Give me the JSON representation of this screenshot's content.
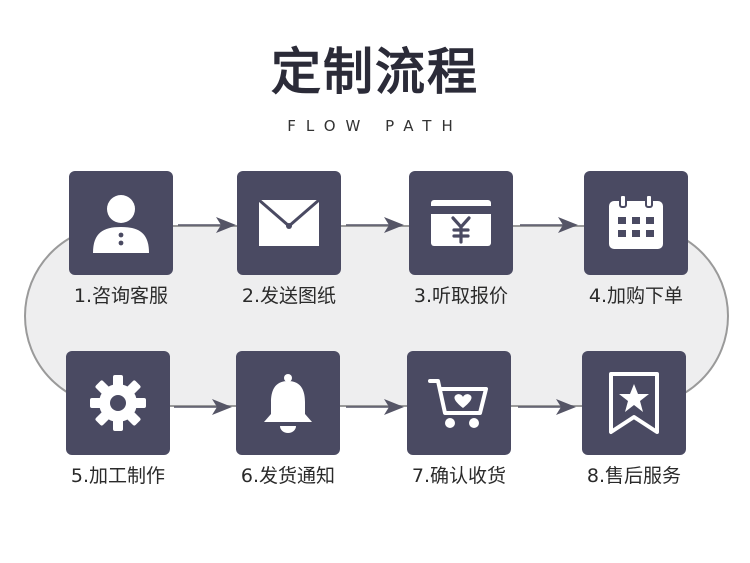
{
  "header": {
    "title": "定制流程",
    "subtitle": "FLOW PATH"
  },
  "steps": [
    {
      "label": "1.咨询客服",
      "icon": "user-icon"
    },
    {
      "label": "2.发送图纸",
      "icon": "envelope-icon"
    },
    {
      "label": "3.听取报价",
      "icon": "yen-card-icon"
    },
    {
      "label": "4.加购下单",
      "icon": "calendar-icon"
    },
    {
      "label": "5.加工制作",
      "icon": "gear-icon"
    },
    {
      "label": "6.发货通知",
      "icon": "bell-icon"
    },
    {
      "label": "7.确认收货",
      "icon": "cart-icon"
    },
    {
      "label": "8.售后服务",
      "icon": "star-bookmark-icon"
    }
  ],
  "colors": {
    "tile": "#4a4a62",
    "track_fill": "#eeeeef",
    "track_border": "#9a9a9a",
    "arrow": "#555566"
  }
}
